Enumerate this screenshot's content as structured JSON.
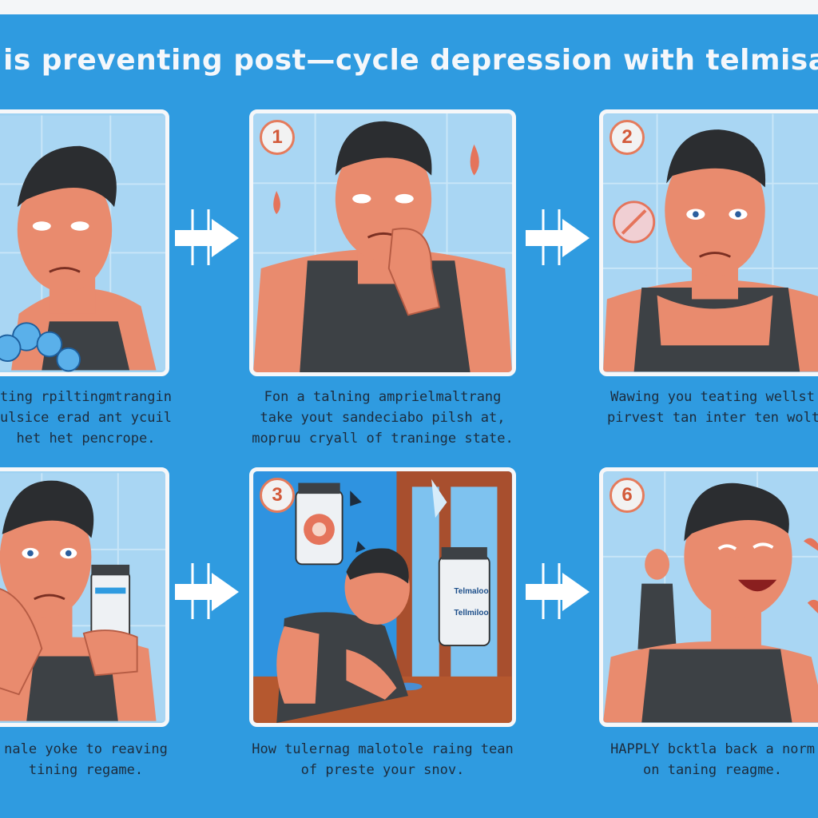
{
  "title": "is  preventing post—cycle depression with telmisatan",
  "colors": {
    "background": "#2f9be0",
    "skin": "#e98b6e",
    "tank": "#3d4145",
    "tile": "#a9d6f3",
    "accent": "#e5745b"
  },
  "panels": [
    {
      "step": "",
      "caption": [
        "ting rpiltingmtrangine",
        "ulsice erad ant ycuile",
        "het het pencrope."
      ]
    },
    {
      "step": "1",
      "caption": [
        "Fon a talning amprielmaltrang",
        "take yout sandeciabo pilsh at,",
        "mopruu cryall of traninge state."
      ]
    },
    {
      "step": "2",
      "caption": [
        "Wawing you teating wellst",
        "pirvest tan inter ten wolter",
        ""
      ]
    },
    {
      "step": "",
      "caption": [
        "nale yoke to reaving",
        "tining regame.",
        ""
      ]
    },
    {
      "step": "3",
      "caption": [
        "How tulernag malotole raing tean",
        "of preste your snov.",
        ""
      ]
    },
    {
      "step": "6",
      "caption": [
        "HAPPLY bcktla back a norm",
        "on taning reagme.",
        ""
      ]
    }
  ],
  "bottle_labels": [
    "Telmaloo",
    "Tellmiloo"
  ]
}
